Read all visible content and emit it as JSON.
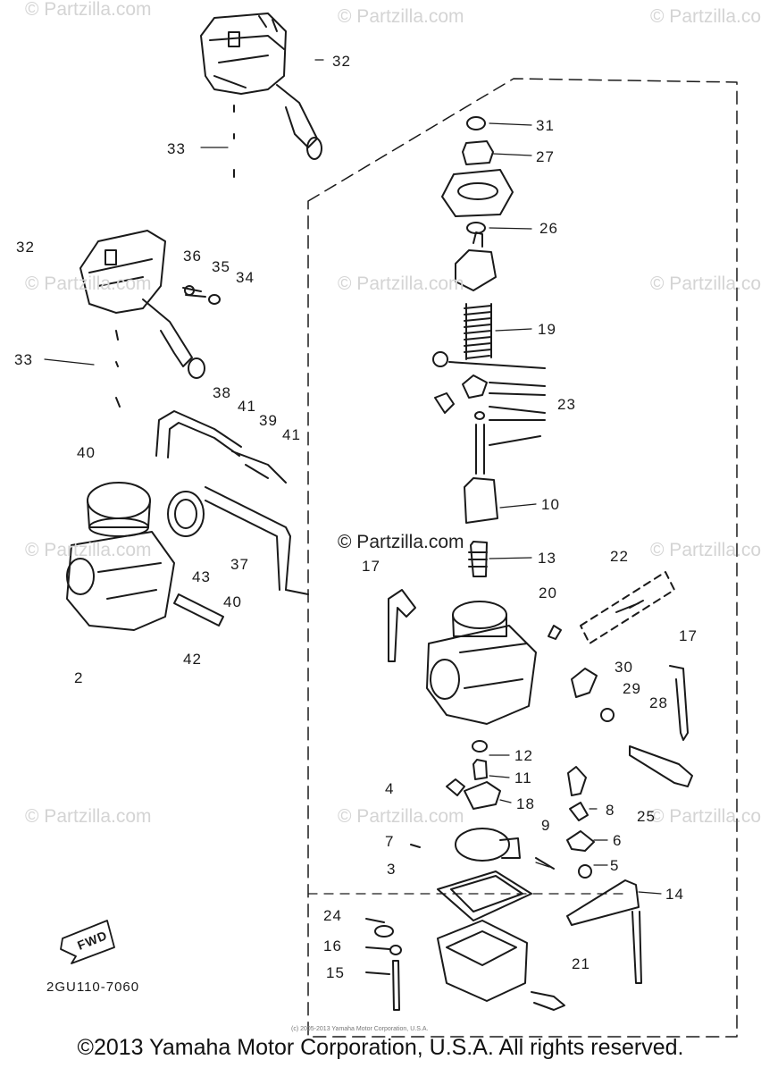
{
  "watermark_text": "© Partzilla.com",
  "watermark_center": "© Partzilla.com",
  "diagram_code": "2GU110-7060",
  "fwd_label": "FWD",
  "small_copyright": "(c) 2005-2013 Yamaha Motor Corporation, U.S.A.",
  "footer_copyright": "©2013 Yamaha Motor Corporation, U.S.A. All rights reserved.",
  "callouts": {
    "c32_top": "32",
    "c33_top": "33",
    "c32_left": "32",
    "c36": "36",
    "c35": "35",
    "c34": "34",
    "c33_left": "33",
    "c38": "38",
    "c41_a": "41",
    "c39": "39",
    "c41_b": "41",
    "c40_top": "40",
    "c43": "43",
    "c37": "37",
    "c40_bottom": "40",
    "c42": "42",
    "c2": "2",
    "c31": "31",
    "c27": "27",
    "c26": "26",
    "c19": "19",
    "c23": "23",
    "c10": "10",
    "c13": "13",
    "c17_left": "17",
    "c22": "22",
    "c20": "20",
    "c17_right": "17",
    "c30": "30",
    "c29": "29",
    "c28": "28",
    "c12": "12",
    "c11": "11",
    "c4": "4",
    "c18": "18",
    "c8": "8",
    "c25": "25",
    "c7": "7",
    "c9": "9",
    "c6": "6",
    "c3": "3",
    "c5": "5",
    "c14": "14",
    "c24": "24",
    "c16": "16",
    "c15": "15",
    "c21": "21"
  }
}
